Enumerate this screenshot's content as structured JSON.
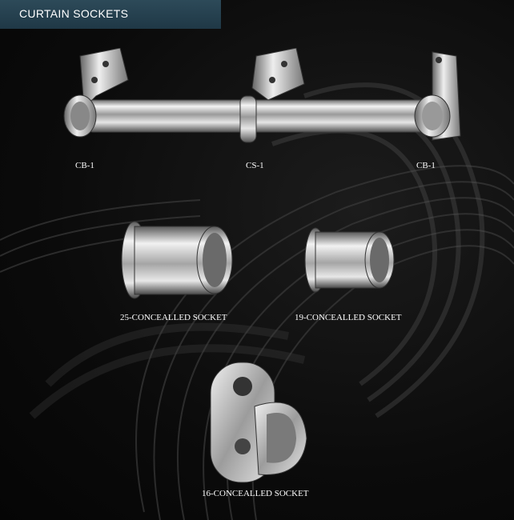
{
  "header": {
    "title": "CURTAIN SOCKETS"
  },
  "products": {
    "cb1_left": "CB-1",
    "cs1": "CS-1",
    "cb1_right": "CB-1",
    "socket25": "25-CONCEALLED SOCKET",
    "socket19": "19-CONCEALLED SOCKET",
    "socket16": "16-CONCEALLED SOCKET"
  },
  "colors": {
    "header_bg": "#264252",
    "background": "#0d0d0d",
    "label": "#ffffff"
  }
}
